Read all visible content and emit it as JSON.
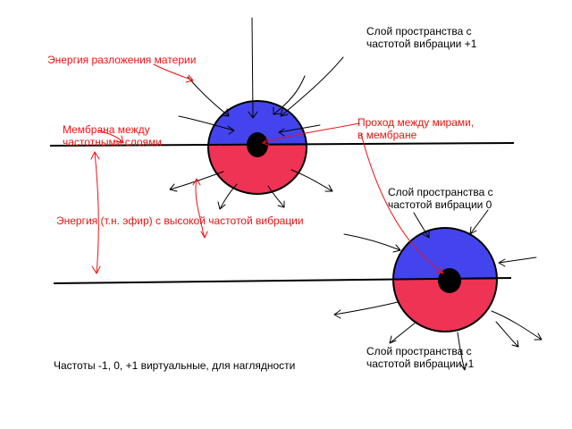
{
  "labels": {
    "layer_plus1": [
      "Слой пространства с",
      "частотой вибрации +1"
    ],
    "layer_zero": [
      "Слой пространства с",
      "частотой вибрации 0"
    ],
    "layer_minus1": [
      "Слой пространства с",
      "частотой вибрации -1"
    ],
    "decay_energy": "Энергия разложения материи",
    "membrane": [
      "Мембрана между",
      "частотными слоями"
    ],
    "passage": [
      "Проход между мирами,",
      "в мембране"
    ],
    "ether_energy": "Энергия (т.н. эфир) с высокой частотой вибрации",
    "footnote": "Частоты -1, 0, +1 виртуальные, для наглядности"
  },
  "colors": {
    "upper_layer": "#4444ee",
    "lower_layer": "#ee3355",
    "passage_hole": "#000000",
    "annotation": "#ee1111",
    "arrows": "#000000"
  }
}
